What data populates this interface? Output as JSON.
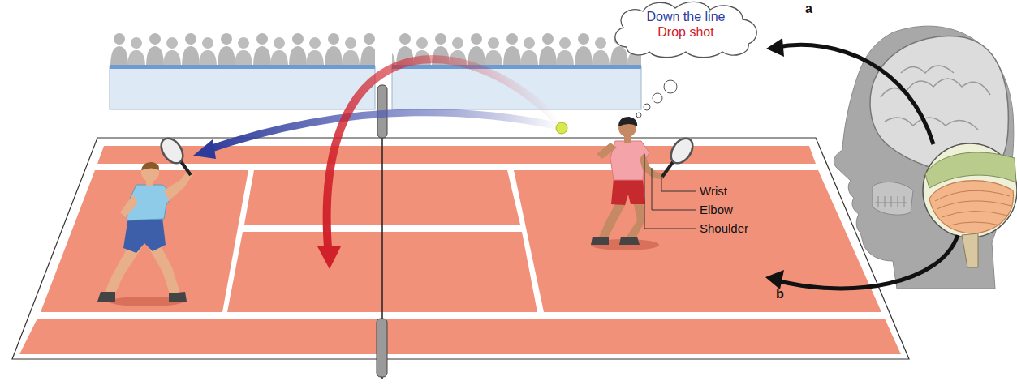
{
  "diagram": {
    "nodes": [
      {
        "text": [
          "Down the line",
          "Drop shot"
        ]
      }
    ],
    "labels": [
      "a",
      "Wrist",
      "Elbow",
      "Shoulder",
      "b"
    ]
  }
}
